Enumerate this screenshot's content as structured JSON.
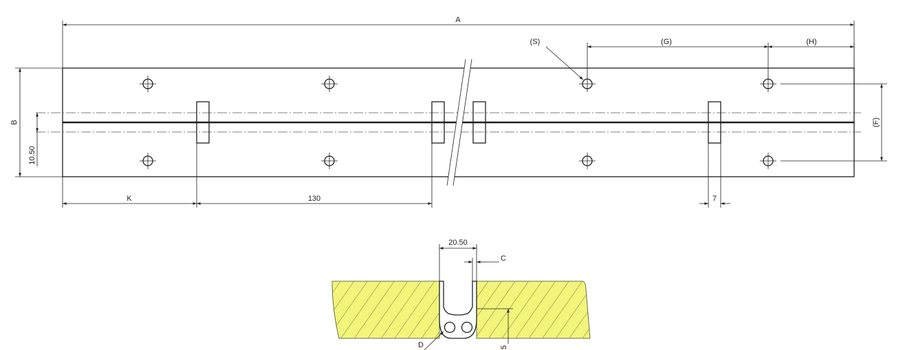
{
  "drawing": {
    "labels": {
      "overall_length": "A",
      "width": "B",
      "hole_label": "(S)",
      "hole_pitch": "(G)",
      "end_distance": "(H)",
      "hole_spacing": "(F)",
      "leaf_offset": "10.50",
      "start_distance": "K",
      "knuckle_spacing": "130",
      "knuckle_width": "7",
      "section_width": "20.50",
      "clearance": "C",
      "pin_label": "D",
      "section_depth": "5"
    },
    "colors": {
      "line": "#1e1e1e",
      "wood_fill": "#f2f57a",
      "hatch": "#6f7040"
    }
  }
}
